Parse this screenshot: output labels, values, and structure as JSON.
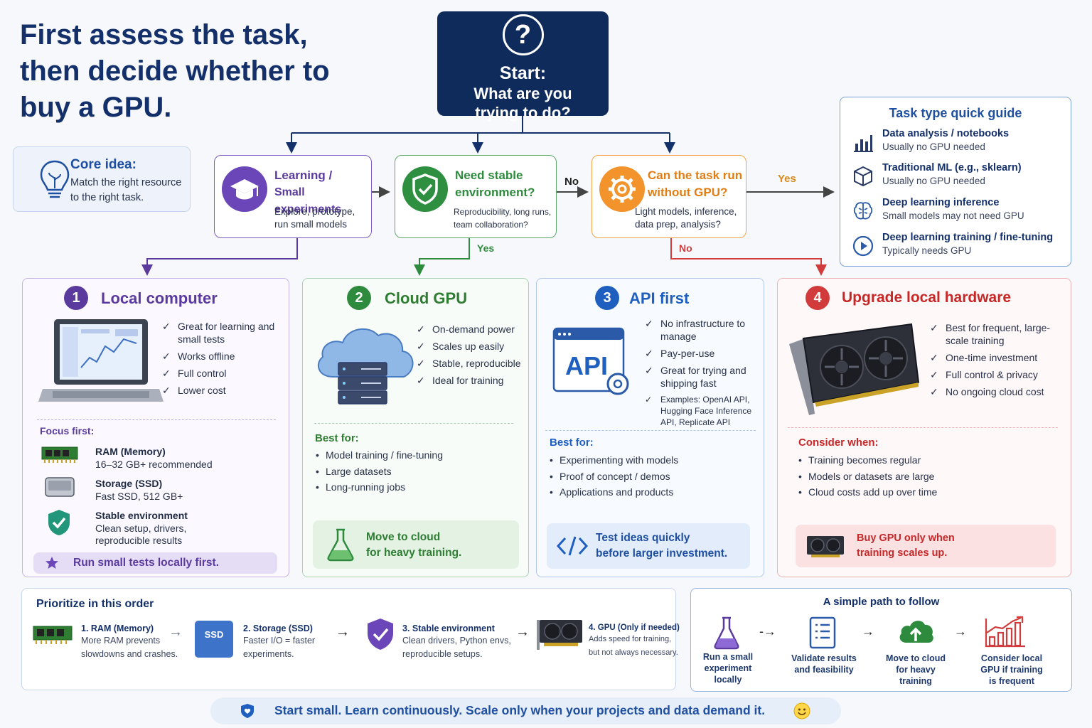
{
  "title": "First assess the task, then decide whether to buy a GPU.",
  "start": {
    "line1": "Start:",
    "line2": "What are you",
    "line3": "trying to do?"
  },
  "core": {
    "heading": "Core idea:",
    "body": "Match the right resource to the right task."
  },
  "q1": {
    "heading_1": "Learning /",
    "heading_2": "Small experiments",
    "body_1": "Explore, prototype,",
    "body_2": "run small models"
  },
  "q2": {
    "heading_1": "Need stable",
    "heading_2": "environment?",
    "body_1": "Reproducibility, long runs,",
    "body_2": "team collaboration?"
  },
  "q3": {
    "heading_1": "Can the task run",
    "heading_2": "without GPU?",
    "body_1": "Light models, inference,",
    "body_2": "data prep, analysis?"
  },
  "labels": {
    "no": "No",
    "yes": "Yes"
  },
  "guide": {
    "title": "Task type quick guide",
    "items": [
      {
        "heading": "Data analysis / notebooks",
        "sub": "Usually no GPU needed",
        "icon": "bar-chart-icon"
      },
      {
        "heading": "Traditional ML (e.g., sklearn)",
        "sub": "Usually no GPU needed",
        "icon": "cube-icon"
      },
      {
        "heading": "Deep learning inference",
        "sub": "Small models may not need GPU",
        "icon": "brain-icon"
      },
      {
        "heading": "Deep learning training / fine-tuning",
        "sub": "Typically needs GPU",
        "icon": "play-icon"
      }
    ]
  },
  "cards": [
    {
      "num": "1",
      "title": "Local computer",
      "color": "#5b3a9e",
      "checks": [
        "Great for learning and small tests",
        "Works offline",
        "Full control",
        "Lower cost"
      ],
      "focus_title": "Focus first:",
      "focus": [
        {
          "h": "RAM (Memory)",
          "s": "16–32 GB+ recommended"
        },
        {
          "h": "Storage (SSD)",
          "s": "Fast SSD, 512 GB+"
        },
        {
          "h": "Stable environment",
          "s": "Clean setup, drivers, reproducible results"
        }
      ],
      "callout": "Run small tests locally first."
    },
    {
      "num": "2",
      "title": "Cloud GPU",
      "color": "#2e8b3e",
      "checks": [
        "On-demand power",
        "Scales up easily",
        "Stable, reproducible",
        "Ideal for training"
      ],
      "best_title": "Best for:",
      "best": [
        "Model training / fine-tuning",
        "Large datasets",
        "Long-running jobs"
      ],
      "callout_1": "Move to cloud",
      "callout_2": "for heavy training."
    },
    {
      "num": "3",
      "title": "API first",
      "color": "#1e5fbf",
      "checks": [
        "No infrastructure to manage",
        "Pay-per-use",
        "Great for trying and shipping fast",
        "Examples: OpenAI API, Hugging Face Inference API, Replicate API"
      ],
      "api_label": "API",
      "best_title": "Best for:",
      "best": [
        "Experimenting with models",
        "Proof of concept / demos",
        "Applications and products"
      ],
      "callout_1": "Test ideas quickly",
      "callout_2": "before larger investment."
    },
    {
      "num": "4",
      "title": "Upgrade local hardware",
      "color": "#d13b3b",
      "checks": [
        "Best for frequent, large-scale training",
        "One-time investment",
        "Full control & privacy",
        "No ongoing cloud cost"
      ],
      "best_title": "Consider when:",
      "best": [
        "Training becomes regular",
        "Models or datasets are large",
        "Cloud costs add up over time"
      ],
      "callout_1": "Buy GPU only when",
      "callout_2": "training scales up."
    }
  ],
  "priority": {
    "title": "Prioritize in this order",
    "ssd_label": "SSD",
    "steps": [
      {
        "h": "1. RAM (Memory)",
        "s1": "More RAM prevents",
        "s2": "slowdowns and crashes."
      },
      {
        "h": "2. Storage (SSD)",
        "s1": "Faster I/O = faster",
        "s2": "experiments."
      },
      {
        "h": "3. Stable environment",
        "s1": "Clean drivers, Python envs,",
        "s2": "reproducible setups."
      },
      {
        "h": "4. GPU (Only if needed)",
        "s1": "Adds speed for training,",
        "s2": "but not always necessary."
      }
    ]
  },
  "path": {
    "title": "A simple path to follow",
    "steps": [
      "Run a small experiment locally",
      "Validate results and feasibility",
      "Move to cloud for heavy training",
      "Consider local GPU if training is frequent"
    ]
  },
  "footer": "Start small. Learn continuously. Scale only when your projects and data demand it."
}
